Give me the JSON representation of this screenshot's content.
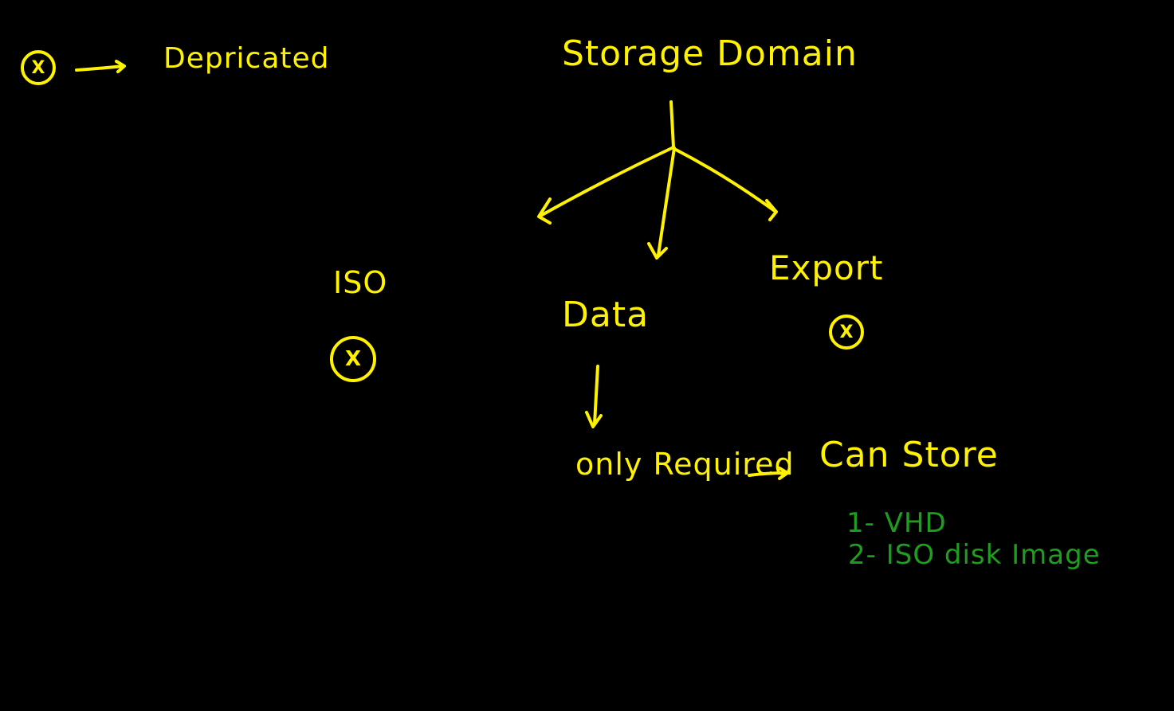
{
  "colors": {
    "background": "#000000",
    "primary_ink": "#FFF200",
    "secondary_ink": "#1E9E1E"
  },
  "legend": {
    "mark": "X",
    "label": "Depricated"
  },
  "tree": {
    "root": "Storage Domain",
    "children": [
      {
        "label": "ISO",
        "mark": "X"
      },
      {
        "label": "Data"
      },
      {
        "label": "Export",
        "mark": "X"
      }
    ]
  },
  "data_branch": {
    "note": "only Required",
    "result": "Can Store",
    "items": [
      "1- VHD",
      "2- ISO disk Image"
    ]
  }
}
